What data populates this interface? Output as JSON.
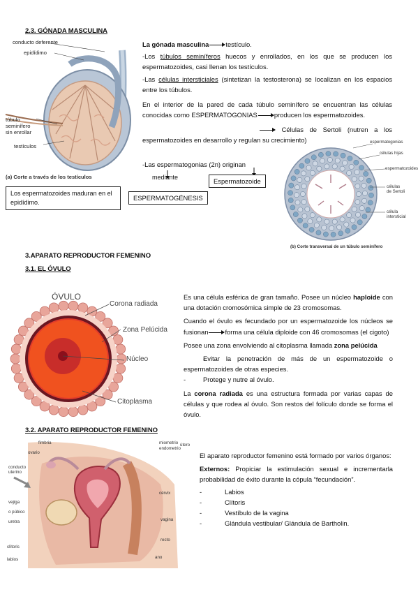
{
  "section_gonad": {
    "heading": "2.3. GÓNADA MASCULINA",
    "fig_labels": {
      "conducto_deferente": "conducto deferente",
      "epididimo": "epidídimo",
      "tubulo_l1": "túbulo",
      "tubulo_l2": "seminífero",
      "tubulo_l3": "sin enrollar",
      "testiculos": "testículos",
      "caption": "(a) Corte a través de los testículos"
    },
    "box_epididimo": "Los espermatozoides maduran en el epidídimo.",
    "text": {
      "p1_bold": "La gónada masculina",
      "p1_rest": "testículo.",
      "p2_a": "-Los ",
      "p2_u": "túbulos seminíferos",
      "p2_b": " huecos y enrollados, en los que se producen los espermatozoides, casi llenan los testículos.",
      "p3_a": "-Las ",
      "p3_u": "células intersticiales",
      "p3_b": " (sintetizan la testosterona) se localizan en los espacios entre los túbulos.",
      "p4_a": "En el interior de la pared de cada túbulo seminífero se encuentran las células conocidas como ESPERMATOGONIAS",
      "p4_b": "producen los espermatozoides.",
      "p5": "Células de Sertoli (nutren a los espermatozoides en desarrollo y regulan su crecimiento)",
      "p6": "-Las espermatogonias (2n) originan",
      "mediante": "mediante",
      "box_espermatozoide": "Espermatozoide",
      "box_espermatogenesis": "ESPERMATOGÉNESIS"
    },
    "tubule_labels": {
      "espermatogonias": "espermatogonias",
      "celulas_hijas": "células hijas",
      "espermatozoides": "espermatozoides",
      "celulas_sertoli_1": "células",
      "celulas_sertoli_2": "de Sertoli",
      "celula_intersticial_1": "célula",
      "celula_intersticial_2": "intersticial",
      "caption": "(b) Corte transversal de un túbulo seminífero"
    }
  },
  "section_female": {
    "heading": "3.APARATO REPRODUCTOR FEMENINO",
    "sub1": "3.1. EL ÓVULO",
    "ovulo_labels": {
      "title": "ÓVULO",
      "corona": "Corona radiada",
      "zona": "Zona Pelúcida",
      "nucleo": "Núcleo",
      "citoplasma": "Citoplasma"
    },
    "ovulo_text": {
      "p1_a": "Es una célula esférica de gran tamaño. Posee un núcleo ",
      "p1_b": "haploide",
      "p1_c": " con una dotación cromosómica simple de 23 cromosomas.",
      "p2_a": "Cuando el óvulo es fecundado por un espermatozoide los núcleos se fusionan",
      "p2_b": "forma una célula diploide con 46 cromosomas (el cigoto)",
      "p3_a": "Posee una zona envolviendo al citoplasma llamada ",
      "p3_b": "zona pelúcida",
      "li1": "Evitar la penetración de más de un espermatozoide o espermatozoides de otras especies.",
      "li2": "Protege y nutre al óvulo.",
      "p4_a": "La ",
      "p4_b": "corona radiada",
      "p4_c": " es una estructura formada por varias capas de células y que rodea al óvulo. Son restos del folículo donde se forma el óvulo."
    },
    "sub2": "3.2. APARATO REPRODUCTOR FEMENINO",
    "anat_labels": {
      "fimbria": "fimbria",
      "ovario": "ovario",
      "conducto_uterino_1": "conducto",
      "conducto_uterino_2": "uterino",
      "vejiga": "vejiga",
      "pubico": "o púbico",
      "uretra": "uretra",
      "clitoris": "clítoris",
      "labios": "labios",
      "miometrio": "miometrio",
      "endometrio": "endometrio",
      "utero": "útero",
      "cervix": "cérvix",
      "vagina": "vagina",
      "recto": "recto",
      "ano": "ano"
    },
    "anat_text": {
      "p1": "El aparato reproductor femenino está formado por varios órganos:",
      "p2_a": "Externos:",
      "p2_b": " Propiciar la estimulación sexual e incrementarla probabilidad de éxito durante la cópula “fecundación”.",
      "items": [
        "Labios",
        "Clítoris",
        "Vestíbulo de la vagina",
        "Glándula vestibular/ Glándula de Bartholin."
      ]
    }
  }
}
